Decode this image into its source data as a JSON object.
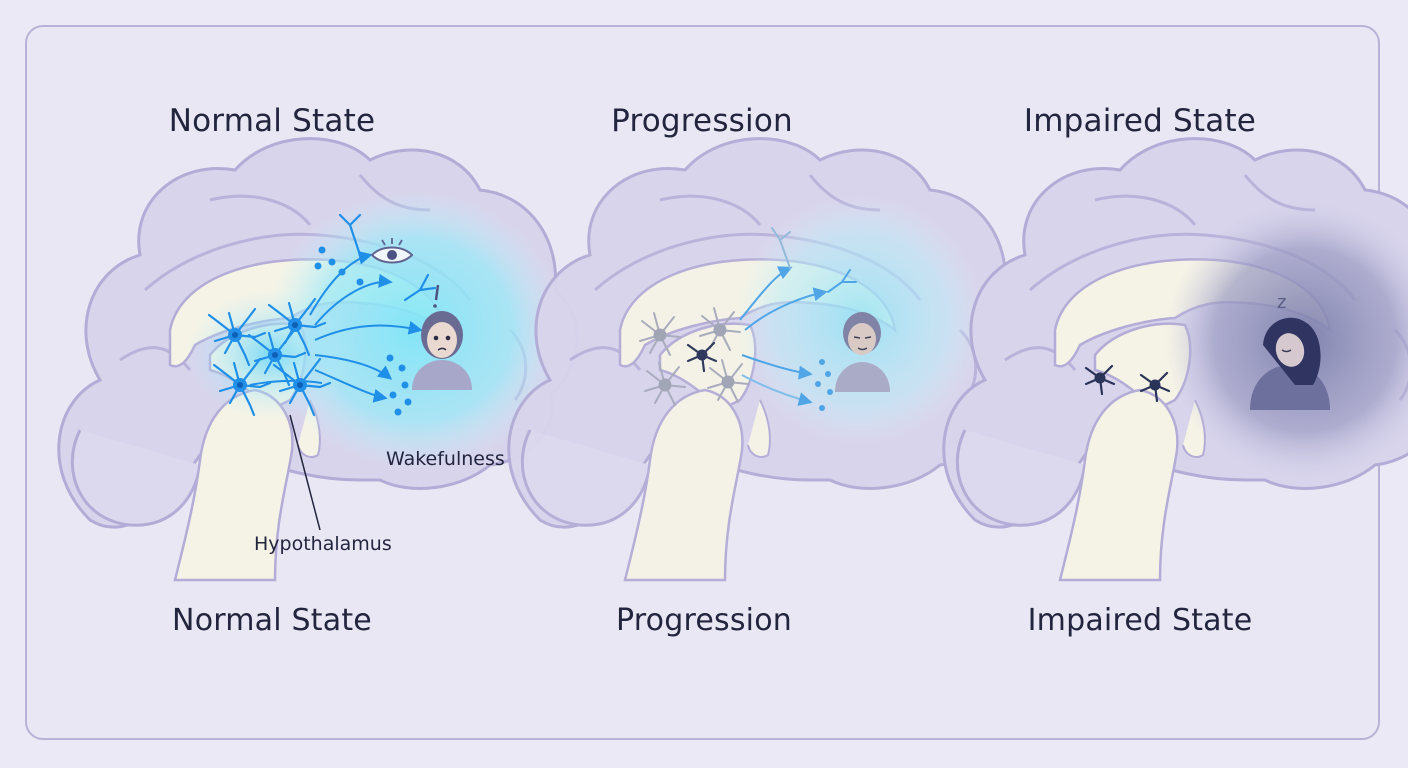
{
  "panels": [
    {
      "title": "Normal State",
      "caption": "Normal State"
    },
    {
      "title": "Progression",
      "caption": "Progression"
    },
    {
      "title": "Impaired State",
      "caption": "Impaired State"
    }
  ],
  "labels": {
    "wakefulness": "Wakefulness",
    "hypothalamus": "Hypothalamus",
    "sleep_mark": "z"
  },
  "colors": {
    "background": "#ebe9f5",
    "brain_fill": "#d8d4ec",
    "brain_stroke": "#b3acd6",
    "ventricle": "#f5f3e6",
    "active_glow": "#7fe6f7",
    "neuron_active": "#1f8fe8",
    "neuron_gray": "#9fa3b3",
    "neuron_dark": "#2a3358",
    "text": "#23253f"
  }
}
